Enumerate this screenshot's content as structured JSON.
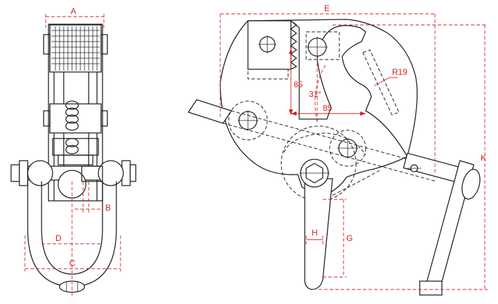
{
  "labels": {
    "A": "A",
    "B": "B",
    "C": "C",
    "D": "D",
    "E": "E",
    "G": "G",
    "H": "H",
    "K": "K",
    "dim85_vertical": "85",
    "dim85_horizontal": "85",
    "angle": "31°",
    "radius": "R19"
  },
  "colors": {
    "line": "#222222",
    "dimension": "#d42020",
    "background": "#ffffff"
  }
}
